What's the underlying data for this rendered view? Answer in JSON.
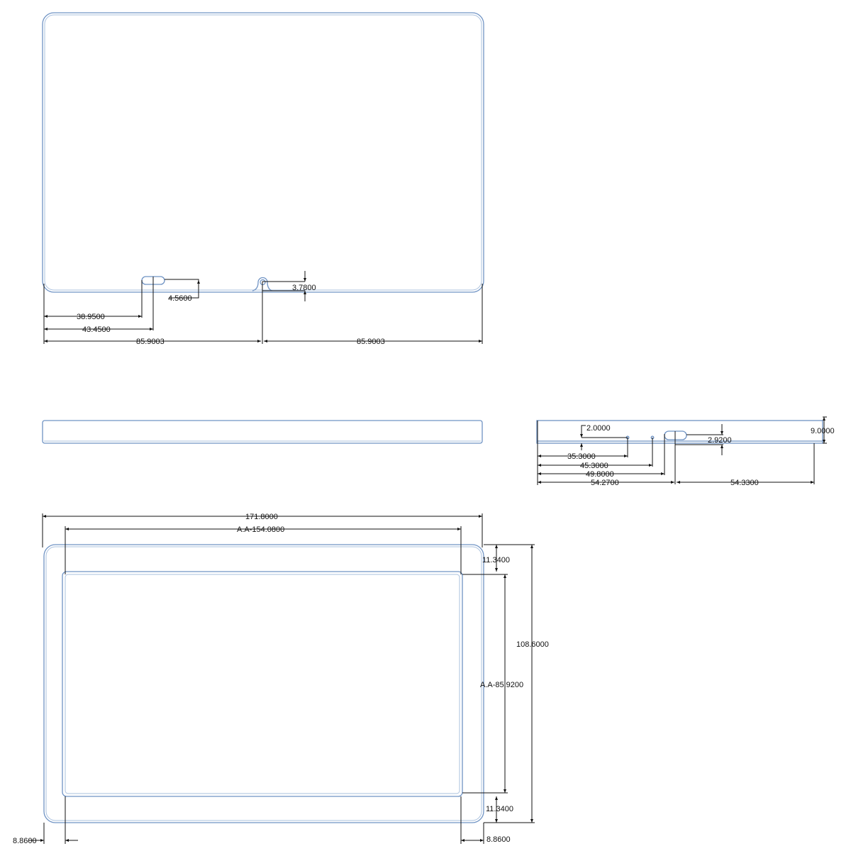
{
  "colors": {
    "outline": "#6f93c4",
    "dimension": "#111111"
  },
  "top_view": {
    "slot_left": "38.9500",
    "slot_right": "43.4500",
    "slot_height": "4.5600",
    "notch_depth": "3.7800",
    "half_left": "85.9003",
    "half_right": "85.9003"
  },
  "side_view": {
    "hole_dia": "2.0000",
    "hole1": "35.3000",
    "hole2": "45.3000",
    "slot_start": "49.8000",
    "slot_center": "54.2700",
    "slot_to_end": "54.3300",
    "slot_height": "2.9200",
    "thickness": "9.0000"
  },
  "front_view": {
    "overall_width": "171.8000",
    "active_width": "A.A-154.0800",
    "top_border": "11.3400",
    "overall_height": "108.6000",
    "active_height": "A.A-85.9200",
    "bottom_border": "11.3400",
    "left_border": "8.8600",
    "right_border": "8.8600"
  }
}
